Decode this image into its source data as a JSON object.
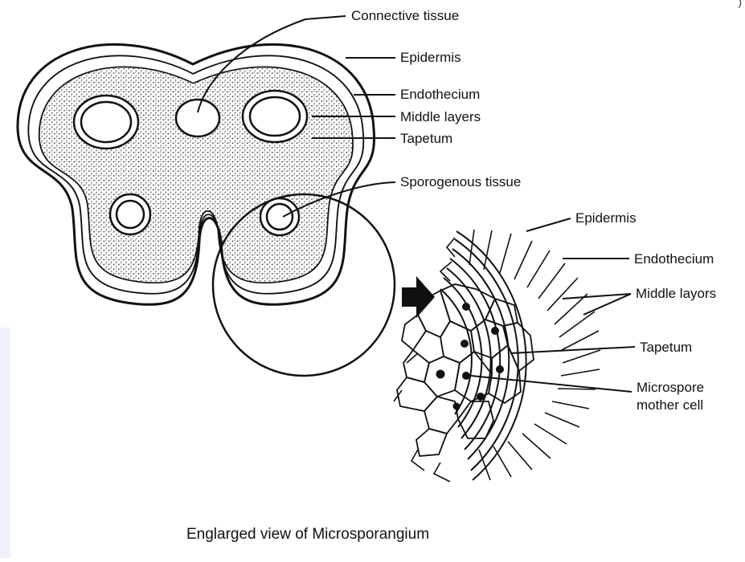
{
  "figure": {
    "caption": "Englarged view of Microsporangium",
    "corner_mark": ")"
  },
  "anther_labels": {
    "connective_tissue": "Connective tissue",
    "epidermis": "Epidermis",
    "endothecium": "Endothecium",
    "middle_layers": "Middle layers",
    "tapetum": "Tapetum",
    "sporogenous_tissue": "Sporogenous tissue"
  },
  "enlarged_labels": {
    "epidermis": "Epidermis",
    "endothecium": "Endothecium",
    "middle_layers": "Middle layors",
    "tapetum": "Tapetum",
    "microspore_line1": "Microspore",
    "microspore_line2": "mother cell"
  },
  "colors": {
    "ink": "#111111",
    "background": "#ffffff",
    "side_band": "#eef1f7"
  }
}
